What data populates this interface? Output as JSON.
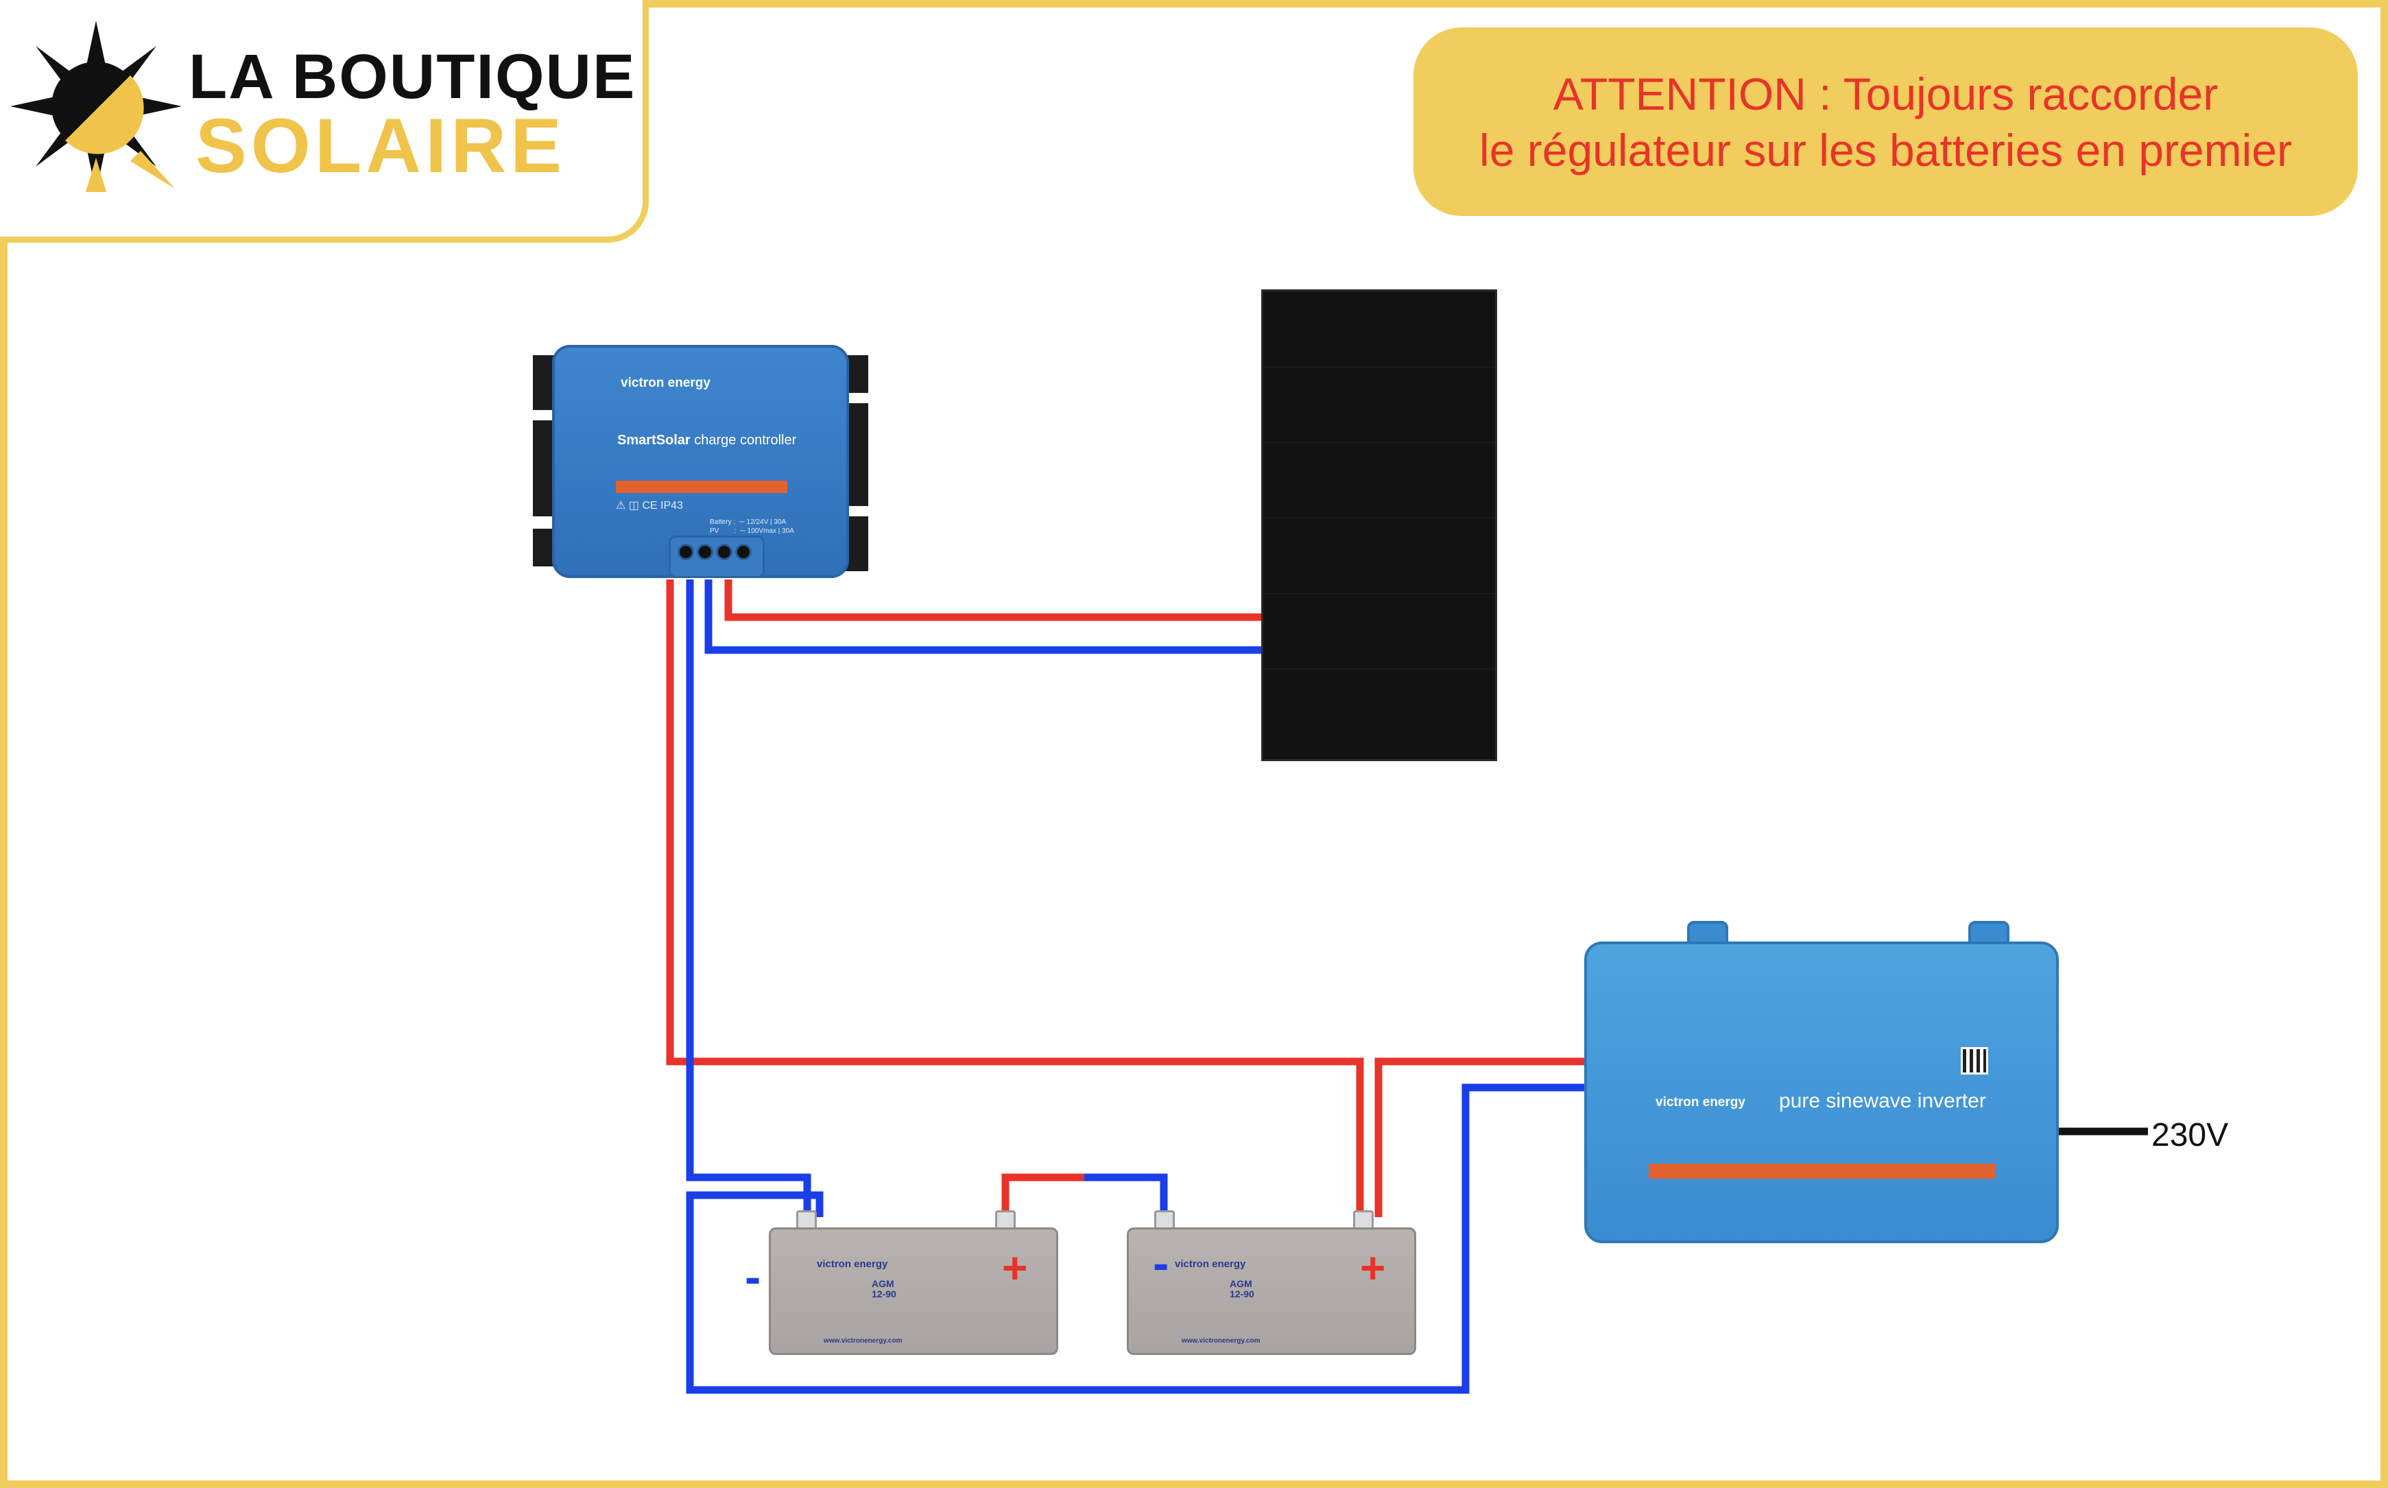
{
  "logo": {
    "line1": "LA BOUTIQUE",
    "line2": "SOLAIRE"
  },
  "attention": {
    "line1": "ATTENTION : Toujours raccorder",
    "line2": "le régulateur sur les batteries en premier"
  },
  "controller": {
    "brand": "victron energy",
    "title_bold": "SmartSolar",
    "title_rest": " charge controller",
    "cert": "⚠ ◫ CE IP43",
    "spec": "Battery :  ⎓ 12/24V | 30A\nPV        :  ⎓ 100Vmax | 30A"
  },
  "inverter": {
    "brand": "victron energy",
    "title": "pure sinewave inverter",
    "output_label": "230V"
  },
  "batteries": [
    {
      "brand": "victron energy",
      "model": "AGM\n12-90",
      "website": "www.victronenergy.com",
      "neg": "-",
      "pos": "+"
    },
    {
      "brand": "victron energy",
      "model": "AGM\n12-90",
      "website": "www.victronenergy.com",
      "neg": "-",
      "pos": "+"
    }
  ],
  "colors": {
    "accent": "#f0cd5c",
    "red_wire": "#e8332a",
    "blue_wire": "#1a3ee8"
  }
}
